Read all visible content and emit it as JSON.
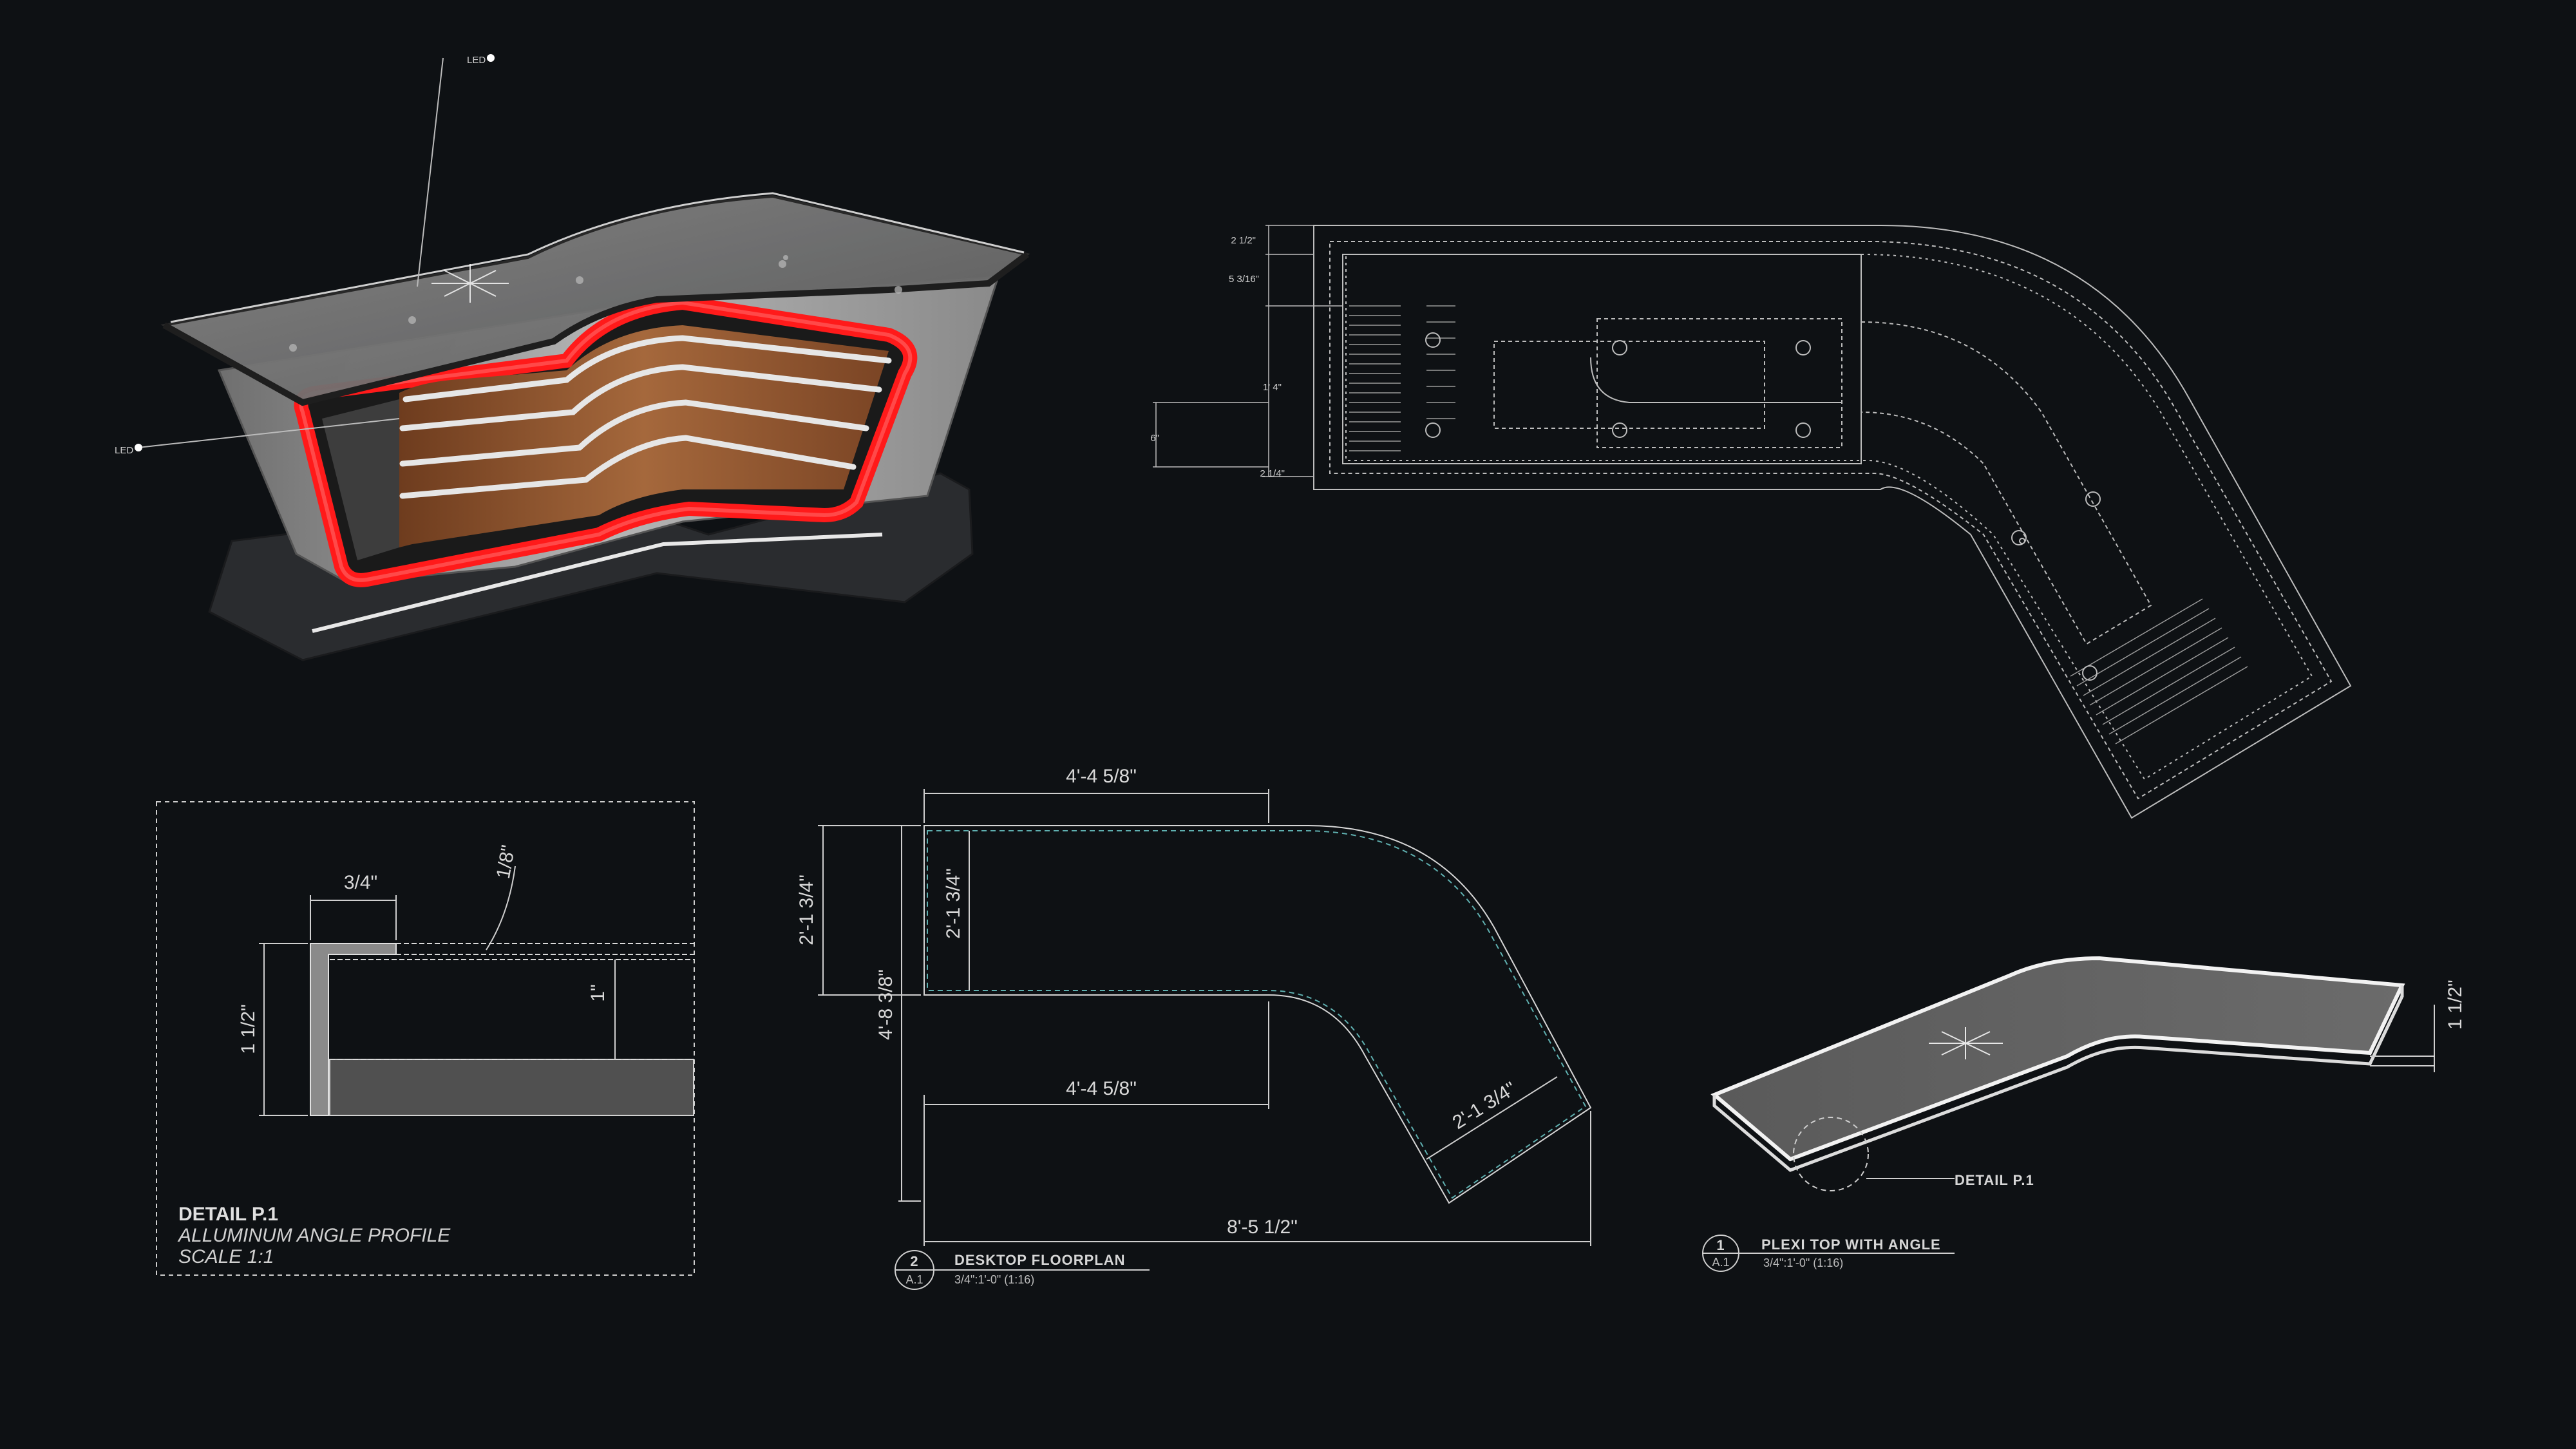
{
  "colors": {
    "background": "#0e1114",
    "line": "#c9c9c9",
    "led_red": "#ff1a1a",
    "wood": "#9a5a30",
    "desk_body": "#8f8f8f",
    "plexi_outline": "#5fb0b0"
  },
  "iso_desk": {
    "led_callout_top": "LED",
    "led_callout_left": "LED"
  },
  "plan_top": {
    "dim_1": "2 1/2\"",
    "dim_2": "5 3/16\"",
    "dim_3": "1' 4\"",
    "dim_4": "6\"",
    "dim_5": "2 1/4\""
  },
  "detail_p1": {
    "dim_width": "3/4\"",
    "dim_thickness": "1/8\"",
    "dim_height": "1 1/2\"",
    "dim_inner": "1\"",
    "title": "DETAIL P.1",
    "subtitle": "ALLUMINUM ANGLE PROFILE",
    "scale": "SCALE 1:1"
  },
  "floorplan": {
    "dim_top": "4'-4 5/8\"",
    "dim_depth_outer": "2'-1 3/4\"",
    "dim_depth_inner": "2'-1 3/4\"",
    "dim_total_depth": "4'-8 3/8\"",
    "dim_middle": "4'-4 5/8\"",
    "dim_angled": "2'-1 3/4\"",
    "dim_total_width": "8'-5 1/2\"",
    "label_number": "2",
    "label_sheet": "A.1",
    "label_title": "DESKTOP FLOORPLAN",
    "label_scale": "3/4\":1'-0\" (1:16)"
  },
  "plexi": {
    "dim_thickness": "1 1/2\"",
    "detail_callout": "DETAIL P.1",
    "label_number": "1",
    "label_sheet": "A.1",
    "label_title": "PLEXI TOP WITH ANGLE",
    "label_scale": "3/4\":1'-0\" (1:16)"
  }
}
